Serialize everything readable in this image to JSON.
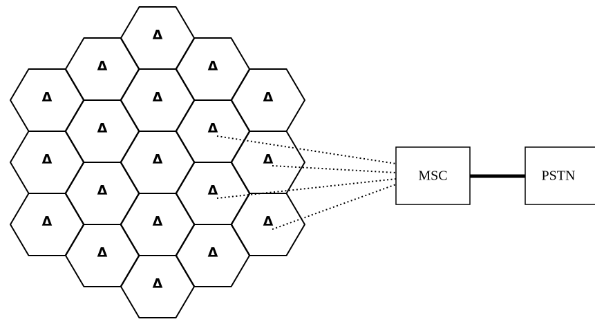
{
  "cells": {
    "symbol": "Δ",
    "count": 19
  },
  "nodes": {
    "msc_label": "MSC",
    "pstn_label": "PSTN"
  },
  "colors": {
    "stroke": "#000000",
    "background": "#ffffff"
  }
}
